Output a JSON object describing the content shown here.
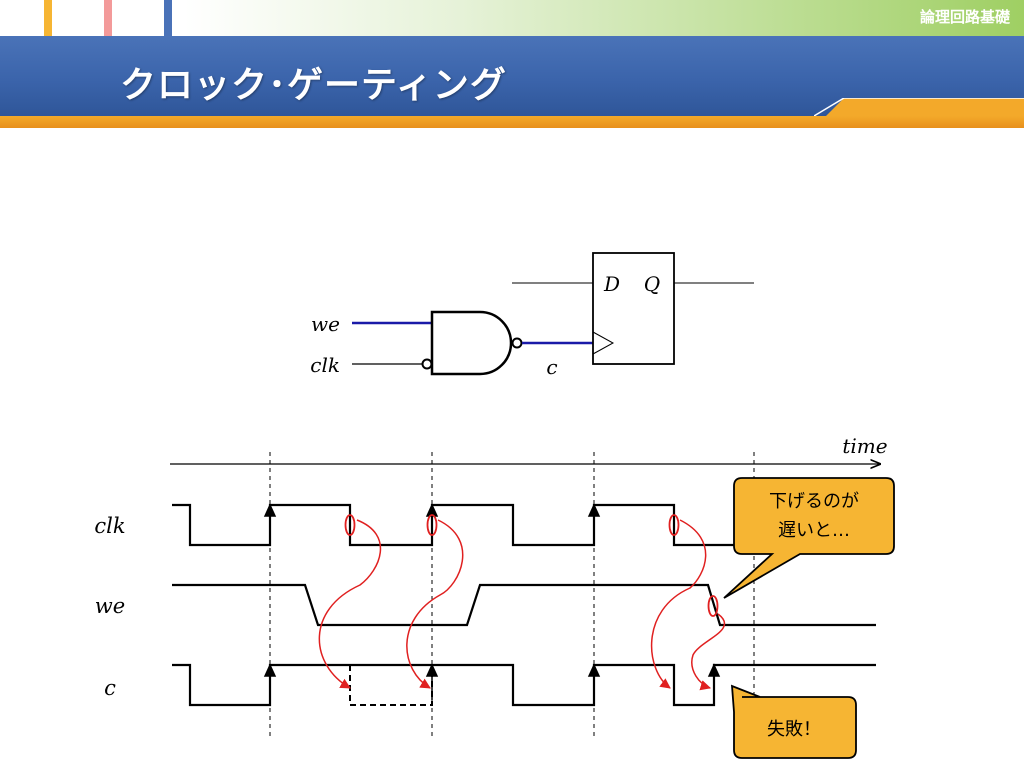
{
  "header": {
    "course_title": "論理回路基礎",
    "slide_title": "クロック･ゲーティング",
    "colors": {
      "title_band": "#3b64ab",
      "orange_strip": "#f3a92a",
      "accent_1": "#f6b533",
      "accent_2": "#f39a9a",
      "accent_3": "#4a72b8",
      "header_green": "#9fcf63"
    }
  },
  "circuit": {
    "input_we": "we",
    "input_clk": "clk",
    "output_c": "c",
    "ff_d": "D",
    "ff_q": "Q"
  },
  "timing": {
    "time_label": "time",
    "signals": [
      "clk",
      "we",
      "c"
    ]
  },
  "callouts": {
    "late_fall_line1": "下げるのが",
    "late_fall_line2": "遅いと…",
    "failure": "失敗！",
    "fill": "#f6b533"
  },
  "colors": {
    "signal_blue": "#1a1aa8",
    "arrow_red": "#e02020"
  }
}
